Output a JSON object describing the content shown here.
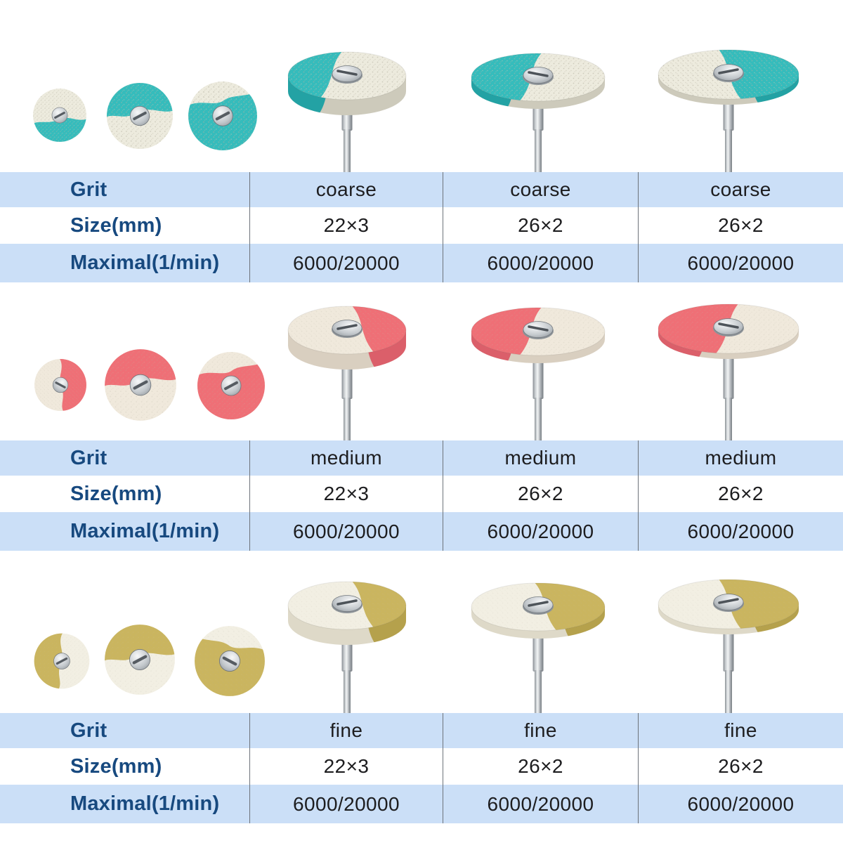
{
  "table": {
    "row_labels": [
      "Grit",
      "Size(mm)",
      "Maximal(1/min)"
    ],
    "row_bg": "#cbdff7",
    "label_color": "#17497f",
    "value_color": "#1d1d1f",
    "divider_color": "#6d737a"
  },
  "sections": [
    {
      "name": "coarse",
      "wheel_color": "#35bcbc",
      "base_color": "#edebde",
      "grit": [
        "coarse",
        "coarse",
        "coarse"
      ],
      "size": [
        "22×3",
        "26×2",
        "26×2"
      ],
      "maximal": [
        "6000/20000",
        "6000/20000",
        "6000/20000"
      ]
    },
    {
      "name": "medium",
      "wheel_color": "#ef6f76",
      "base_color": "#f0e9dc",
      "grit": [
        "medium",
        "medium",
        "medium"
      ],
      "size": [
        "22×3",
        "26×2",
        "26×2"
      ],
      "maximal": [
        "6000/20000",
        "6000/20000",
        "6000/20000"
      ]
    },
    {
      "name": "fine",
      "wheel_color": "#cab55f",
      "base_color": "#f2efe3",
      "grit": [
        "fine",
        "fine",
        "fine"
      ],
      "size": [
        "22×3",
        "26×2",
        "26×2"
      ],
      "maximal": [
        "6000/20000",
        "6000/20000",
        "6000/20000"
      ]
    }
  ]
}
